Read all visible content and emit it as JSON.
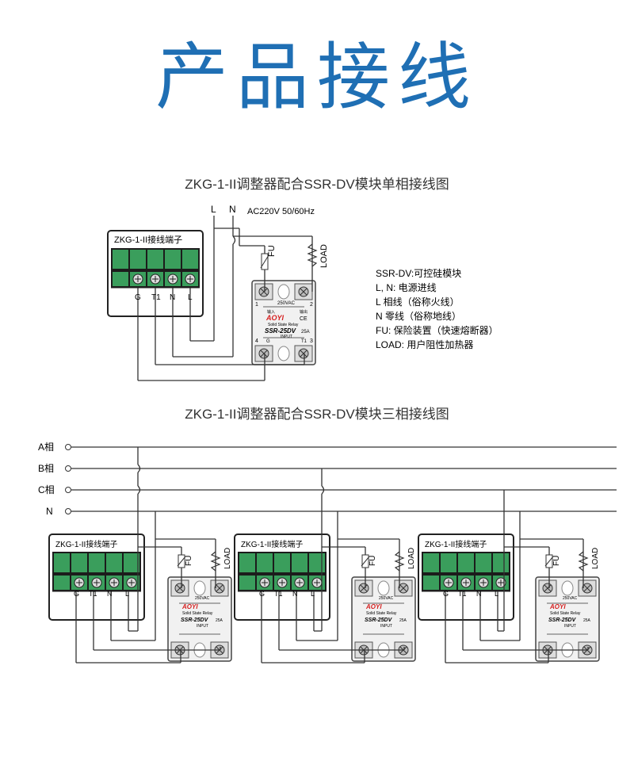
{
  "header": {
    "title": "产品接线"
  },
  "single_phase": {
    "caption": "ZKG-1-II调整器配合SSR-DV模块单相接线图",
    "supply": {
      "l": "L",
      "n": "N",
      "voltage": "AC220V  50/60Hz"
    },
    "fuse": "FU",
    "load": "LOAD",
    "legend": [
      "SSR-DV:可控硅模块",
      "L, N: 电源进线",
      "L  相线（俗称火线）",
      "N 零线（俗称地线）",
      "FU: 保险装置（快速熔断器）",
      "LOAD: 用户阻性加热器"
    ]
  },
  "three_phase": {
    "caption": "ZKG-1-II调整器配合SSR-DV模块三相接线图",
    "lines": [
      "A相",
      "B相",
      "C相",
      "N"
    ],
    "fuse": "FU",
    "load": "LOAD"
  },
  "terminal_block": {
    "title": "ZKG-1-II接线端子",
    "pins": [
      "G",
      "T1",
      "N",
      "L"
    ]
  },
  "relay": {
    "brand": "AOYI",
    "subtitle": "Solid State Relay",
    "model": "SSR-25DV",
    "rating": "25A",
    "voltage": "250VAC",
    "input_label": "INPUT",
    "pin1": "1",
    "pin2": "2",
    "pin3": "3",
    "pin4": "4",
    "in_label": "输入",
    "out_label": "输出",
    "g_label": "G",
    "t1_label": "T1",
    "ce": "CE"
  },
  "colors": {
    "title": "#1f6fb4",
    "terminal_green": "#2e9b53",
    "brand_red": "#d62020",
    "line": "#333333"
  }
}
